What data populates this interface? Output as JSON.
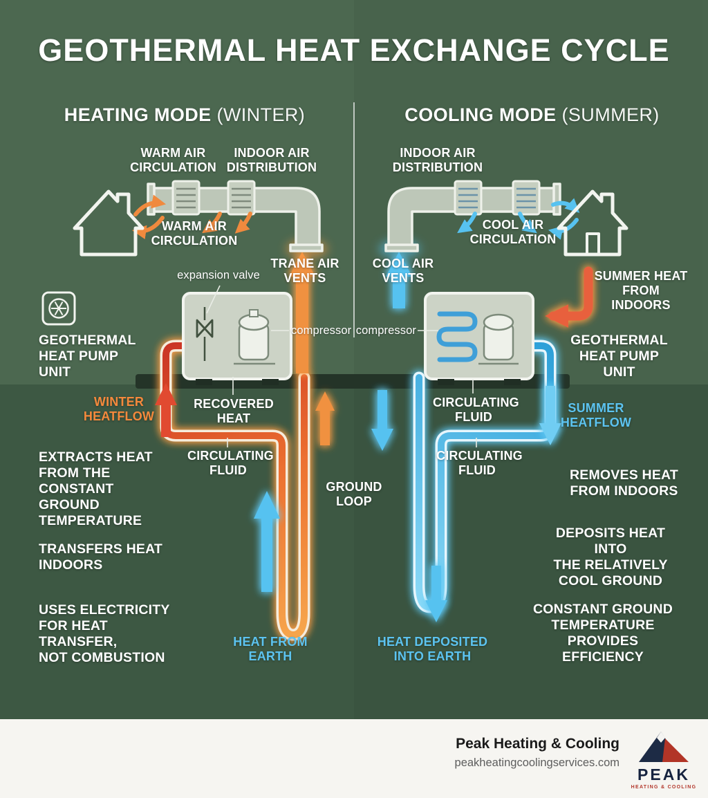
{
  "title": "GEOTHERMAL HEAT EXCHANGE CYCLE",
  "headings": {
    "left_bold": "HEATING MODE",
    "left_normal": " (WINTER)",
    "right_bold": "COOLING MODE",
    "right_normal": " (SUMMER)"
  },
  "left": {
    "warm_air_circulation_top": "WARM AIR\nCIRCULATION",
    "indoor_air_distribution": "INDOOR AIR\nDISTRIBUTION",
    "warm_air_circulation_house": "WARM AIR\nCIRCULATION",
    "air_vents": "TRANE AIR\nVENTS",
    "expansion_valve": "expansion valve",
    "compressor": "compressor",
    "unit_label": "GEOTHERMAL\nHEAT PUMP\nUNIT",
    "winter_heatflow": "WINTER\nHEATFLOW",
    "recovered_heat": "RECOVERED\nHEAT",
    "circulating_fluid": "CIRCULATING\nFLUID",
    "heat_from_earth": "HEAT FROM\nEARTH",
    "bullet_1": "EXTRACTS HEAT\nFROM THE\nCONSTANT GROUND\nTEMPERATURE",
    "bullet_2": "TRANSFERS HEAT\nINDOORS",
    "bullet_3": "USES ELECTRICITY\nFOR HEAT TRANSFER,\nNOT COMBUSTION"
  },
  "center": {
    "ground_loop": "GROUND\nLOOP"
  },
  "right": {
    "indoor_air_distribution": "INDOOR AIR\nDISTRIBUTION",
    "cool_air_circulation": "COOL AIR\nCIRCULATION",
    "cool_air_vents": "COOL AIR\nVENTS",
    "summer_heat_from_indoors": "SUMMER HEAT\nFROM INDOORS",
    "compressor": "compressor",
    "unit_label": "GEOTHERMAL\nHEAT PUMP\nUNIT",
    "circulating_fluid_1": "CIRCULATING\nFLUID",
    "summer_heatflow": "SUMMER\nHEATFLOW",
    "circulating_fluid_2": "CIRCULATING\nFLUID",
    "heat_deposited": "HEAT DEPOSITED\nINTO EARTH",
    "bullet_1": "REMOVES HEAT\nFROM INDOORS",
    "bullet_2": "DEPOSITS HEAT INTO\nTHE RELATIVELY\nCOOL GROUND",
    "bullet_3": "CONSTANT GROUND\nTEMPERATURE\nPROVIDES EFFICIENCY"
  },
  "footer": {
    "company": "Peak Heating & Cooling",
    "website": "peakheatingcoolingservices.com",
    "logo_text": "PEAK",
    "logo_subtext": "HEATING & COOLING"
  },
  "colors": {
    "background_top": "#4c6850",
    "background_underground": "#3d5843",
    "ground_band": "#243428",
    "hot_accent": "#f5893c",
    "hot_deep": "#d23b2a",
    "cold_accent": "#5cc3f0",
    "text": "#ffffff",
    "footer_background": "#f6f5f1",
    "logo_navy": "#16233f",
    "logo_red": "#b2372b"
  }
}
